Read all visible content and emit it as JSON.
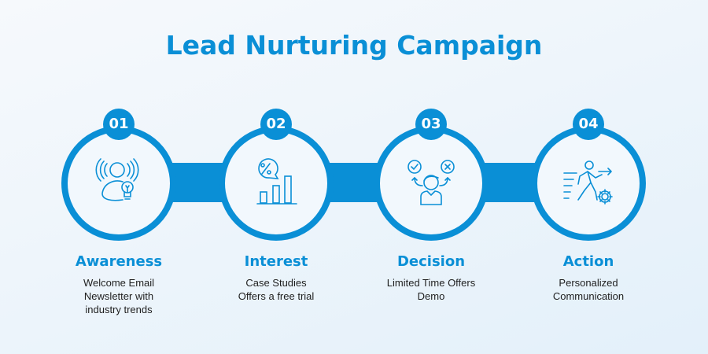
{
  "title": "Lead Nurturing Campaign",
  "colors": {
    "accent": "#0a8fd6",
    "text": "#1e1e1e",
    "background": "#eef5fb"
  },
  "steps": [
    {
      "number": "01",
      "label": "Awareness",
      "icon": "person-broadcast-lightbulb-icon",
      "lines": [
        "Welcome Email",
        "Newsletter with",
        "industry trends"
      ]
    },
    {
      "number": "02",
      "label": "Interest",
      "icon": "percent-bubble-bar-chart-icon",
      "lines": [
        "Case Studies",
        "Offers a free trial"
      ]
    },
    {
      "number": "03",
      "label": "Decision",
      "icon": "person-check-cross-decision-icon",
      "lines": [
        "Limited Time Offers",
        "Demo"
      ]
    },
    {
      "number": "04",
      "label": "Action",
      "icon": "running-person-gear-icon",
      "lines": [
        "Personalized",
        "Communication"
      ]
    }
  ]
}
